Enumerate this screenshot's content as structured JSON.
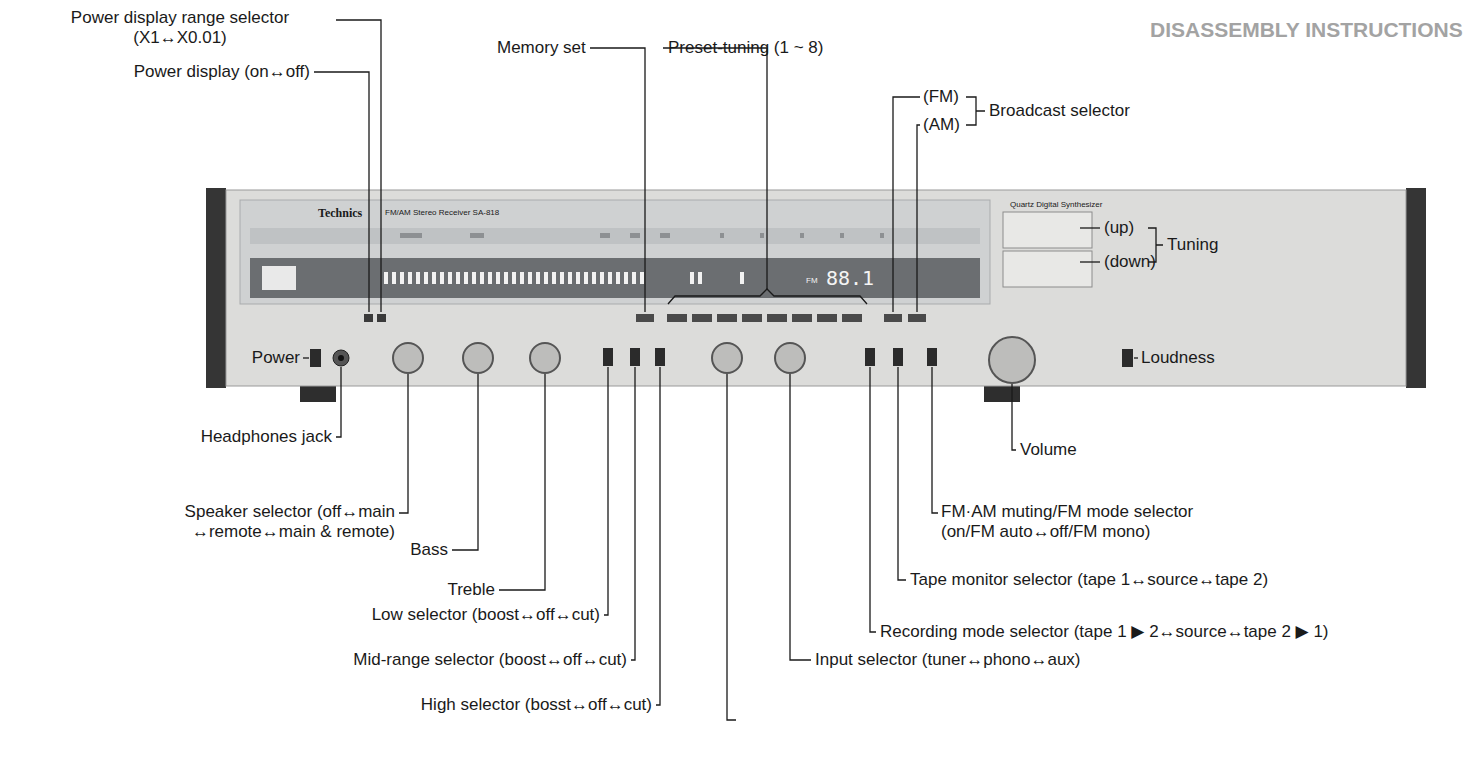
{
  "diagram": {
    "labels": [
      "Power display range selector (X1↔X0.01)",
      "Power display (on↔off)",
      "Memory set",
      "Preset-tuning (1 ~ 8)",
      "(FM)",
      "(AM)",
      "Broadcast selector",
      "(up)",
      "(down)",
      "Tuning",
      "Power",
      "Headphones jack",
      "Loudness",
      "Volume",
      "FM·AM muting/FM mode selector (on/FM auto↔off/FM mono)",
      "Tape monitor selector (tape 1↔source↔tape 2)",
      "Speaker selector (off↔main ↔remote↔main & remote)",
      "Bass",
      "Treble",
      "Low selector (boost↔off↔cut)",
      "Mid-range selector (boost↔off↔cut)",
      "High selector (bosst↔off↔cut)",
      "Recording mode selector (tape 1 ▶ 2↔source↔tape 2 ▶ 1)",
      "Input selector (tuner↔phono↔aux)",
      "Technics",
      "FM/AM Stereo Receiver SA-818",
      "Quartz Digital Synthesizer",
      "FM",
      "88.1",
      "DISASSEMBLY INSTRUCTIONS"
    ]
  }
}
